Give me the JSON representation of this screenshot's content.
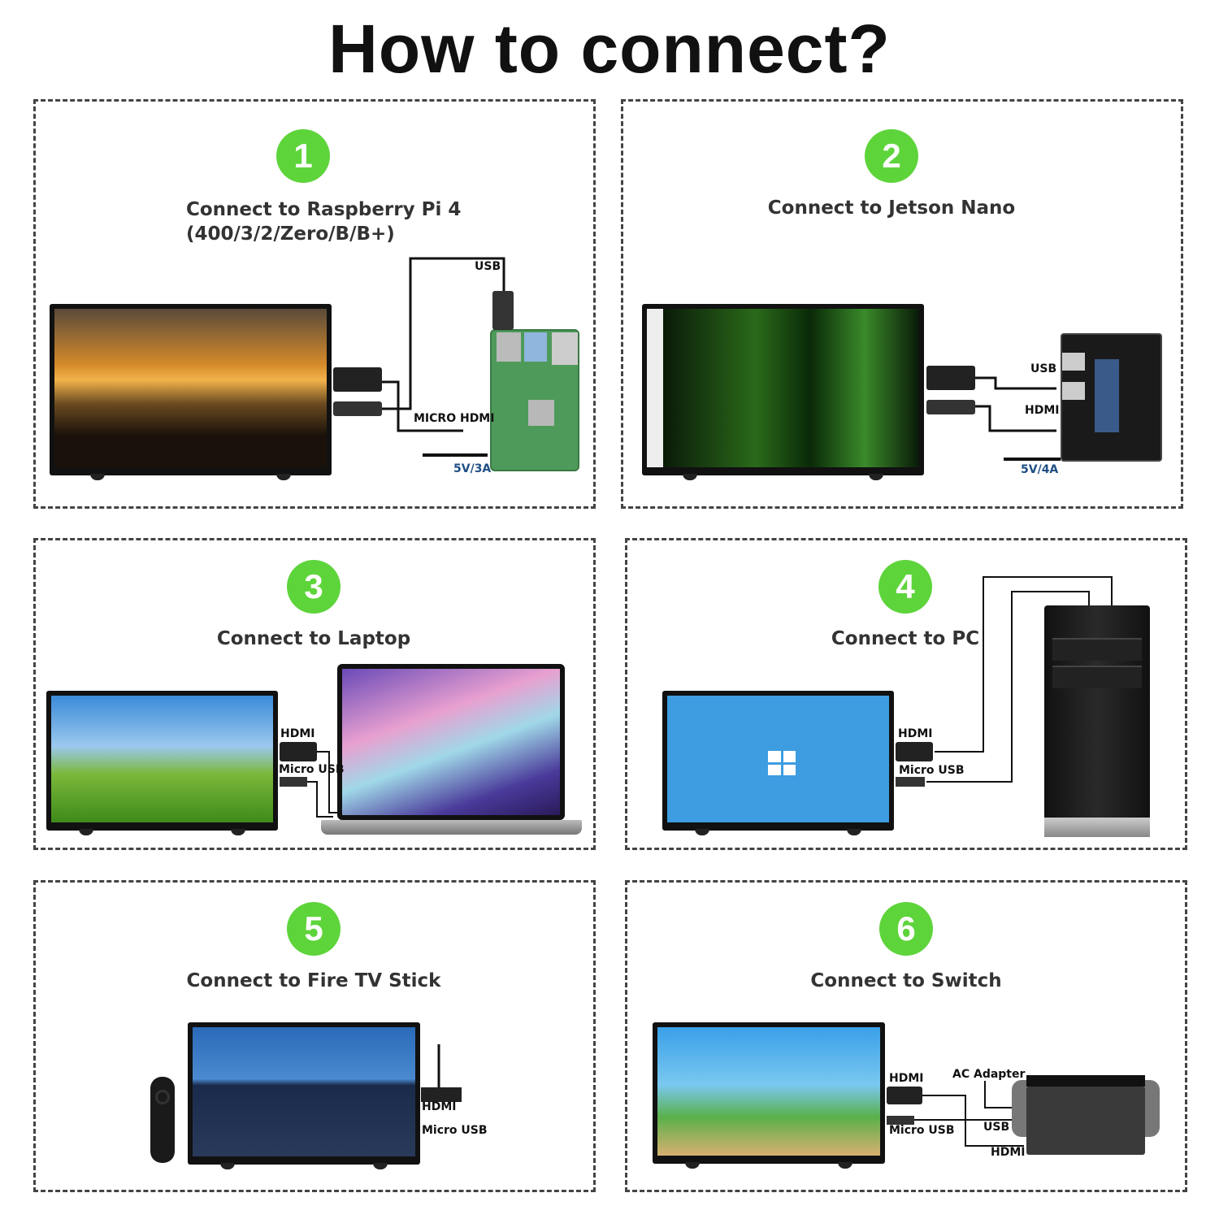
{
  "heading": "How to connect?",
  "accent_color": "#5ed43b",
  "panels": [
    {
      "number": "1",
      "title_line1": "Connect to Raspberry Pi 4",
      "title_line2": "(400/3/2/Zero/B/B+)",
      "labels": {
        "usb": "USB",
        "micro_hdmi": "MICRO HDMI",
        "power": "5V/3A"
      }
    },
    {
      "number": "2",
      "title": "Connect to Jetson Nano",
      "labels": {
        "usb": "USB",
        "hdmi": "HDMI",
        "power": "5V/4A"
      }
    },
    {
      "number": "3",
      "title": "Connect to Laptop",
      "labels": {
        "hdmi": "HDMI",
        "micro_usb": "Micro USB"
      }
    },
    {
      "number": "4",
      "title": "Connect to PC",
      "labels": {
        "hdmi": "HDMI",
        "micro_usb": "Micro USB"
      }
    },
    {
      "number": "5",
      "title": "Connect to Fire TV Stick",
      "labels": {
        "hdmi": "HDMI",
        "micro_usb": "Micro USB"
      }
    },
    {
      "number": "6",
      "title": "Connect to Switch",
      "labels": {
        "hdmi": "HDMI",
        "micro_usb": "Micro USB",
        "ac_adapter": "AC Adapter",
        "usb": "USB",
        "hdmi_dock": "HDMI"
      }
    }
  ]
}
